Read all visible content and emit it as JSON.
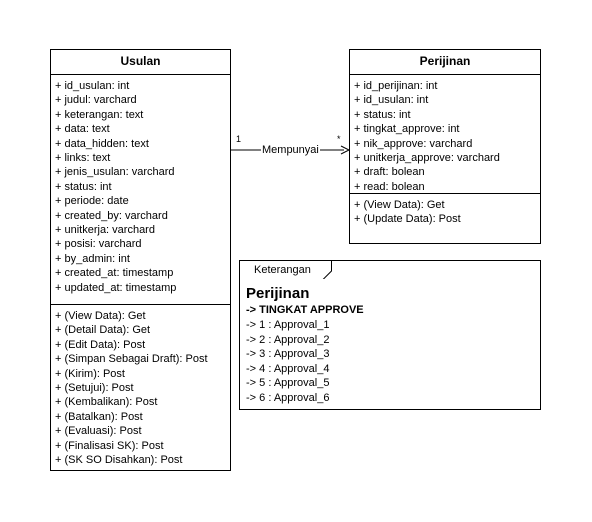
{
  "usulan": {
    "title": "Usulan",
    "attributes": [
      "+ id_usulan: int",
      "+ judul: varchard",
      "+ keterangan: text",
      "+ data: text",
      "+ data_hidden: text",
      "+ links: text",
      "+ jenis_usulan: varchard",
      "+ status: int",
      "+ periode: date",
      "+ created_by: varchard",
      "+ unitkerja: varchard",
      "+ posisi: varchard",
      "+ by_admin: int",
      "+ created_at: timestamp",
      "+ updated_at: timestamp"
    ],
    "methods": [
      "+ (View Data): Get",
      "+ (Detail Data): Get",
      "+ (Edit Data): Post",
      "+ (Simpan Sebagai Draft): Post",
      "+ (Kirim): Post",
      "+ (Setujui): Post",
      "+ (Kembalikan): Post",
      "+ (Batalkan): Post",
      "+ (Evaluasi): Post",
      "+ (Finalisasi SK): Post",
      "+ (SK SO Disahkan): Post"
    ]
  },
  "perijinan": {
    "title": "Perijinan",
    "attributes": [
      "+ id_perijinan: int",
      "+ id_usulan: int",
      "+ status: int",
      "+ tingkat_approve: int",
      "+ nik_approve: varchard",
      "+ unitkerja_approve: varchard",
      "+ draft: bolean",
      "+ read: bolean"
    ],
    "methods": [
      "+ (View Data): Get",
      "+ (Update Data): Post"
    ]
  },
  "association": {
    "label": "Mempunyai",
    "source_multiplicity": "1",
    "target_multiplicity": "*"
  },
  "note": {
    "tab_label": "Keterangan",
    "heading": "Perijinan",
    "subheading": "-> TINGKAT APPROVE",
    "lines": [
      "-> 1 : Approval_1",
      "-> 2 : Approval_2",
      "-> 3 : Approval_3",
      "-> 4 : Approval_4",
      "-> 5 : Approval_5",
      "-> 6 : Approval_6"
    ]
  }
}
